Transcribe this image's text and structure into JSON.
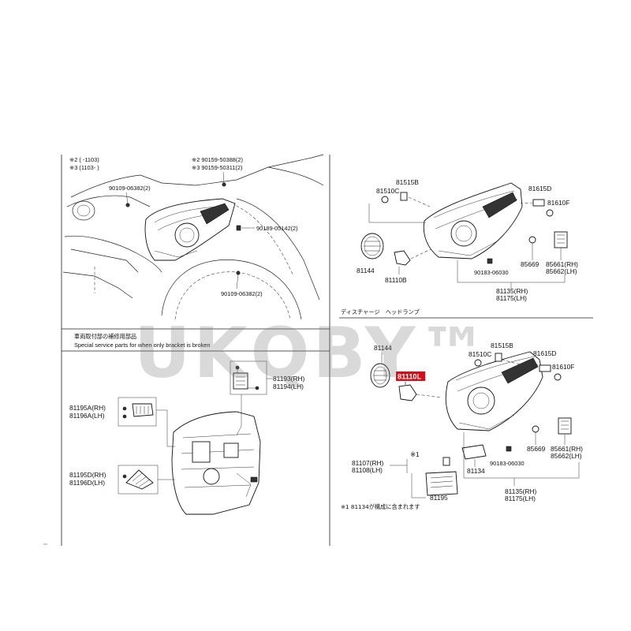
{
  "watermark": "UKQBY™",
  "top_left": {
    "note_2": "※2 (    -1103)",
    "note_3": "※3 (1103-      )",
    "labels": {
      "l_90159_50388": "※2 90159-50388(2)",
      "l_90159_50311": "※3 90159-50311(2)",
      "l_90109_06382_a": "90109-06382(2)",
      "l_90189_05142": "90189-05142(2)",
      "l_90109_06382_b": "90109-06382(2)"
    }
  },
  "bottom_left": {
    "jp_title": "車両取付部の補修用部品",
    "en_title": "Special service parts for when only bracket is broken",
    "labels": {
      "l_81193": "81193(RH)",
      "l_81194": "81194(LH)",
      "l_81195A": "81195A(RH)",
      "l_81196A": "81196A(LH)",
      "l_81195D": "81195D(RH)",
      "l_81196D": "81196D(LH)"
    }
  },
  "top_right": {
    "labels": {
      "l_81515B": "81515B",
      "l_81510C": "81510C",
      "l_81615D": "81615D",
      "l_81610F": "81610F",
      "l_81144": "81144",
      "l_81110B": "81110B",
      "l_85669": "85669",
      "l_85661": "85661(RH)",
      "l_85662": "85662(LH)",
      "l_90183": "90183-06030",
      "l_81135": "81135(RH)",
      "l_81175": "81175(LH)"
    }
  },
  "bottom_right": {
    "section_title": "ディスチャージ　ヘッドランプ",
    "highlight_part": "81110L",
    "labels": {
      "l_81144": "81144",
      "l_81515B": "81515B",
      "l_81510C": "81510C",
      "l_81615D": "81615D",
      "l_81610F": "81610F",
      "l_85669": "85669",
      "l_85661": "85661(RH)",
      "l_85662": "85662(LH)",
      "l_90183": "90183-06030",
      "l_81134": "81134",
      "l_81107": "81107(RH)",
      "l_81108": "81108(LH)",
      "l_mark1": "※1",
      "l_81195": "81195",
      "l_81135": "81135(RH)",
      "l_81175": "81175(LH)"
    },
    "footnote": "※1  81134が構成に含まれます"
  },
  "colors": {
    "highlight": "#d3101a",
    "ink": "#111111",
    "watermark": "#999999"
  }
}
